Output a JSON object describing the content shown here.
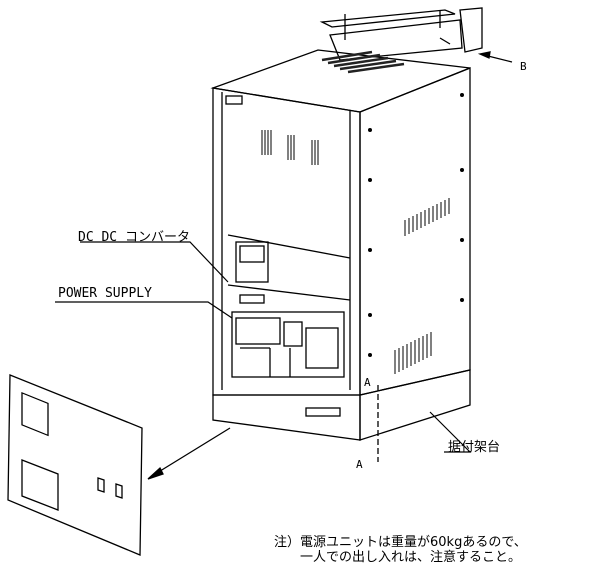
{
  "labels": {
    "dcdc": "DC DC コンバータ",
    "power_supply": "POWER SUPPLY",
    "view_b": "B",
    "section_a_top": "A",
    "section_a_bottom": "A",
    "base": "据付架台"
  },
  "note": {
    "line1": "注）電源ユニットは重量が60kgあるので、",
    "line2": "一人での出し入れは、注意すること。"
  }
}
